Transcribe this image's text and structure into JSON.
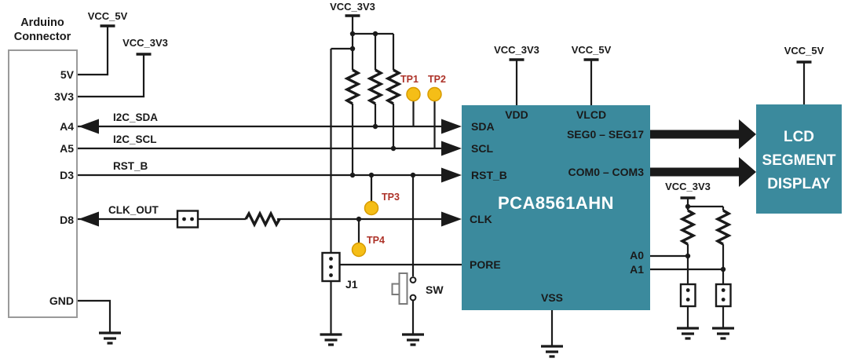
{
  "diagram_type": "circuit-schematic",
  "colors": {
    "ic_fill": "#3b8a9d",
    "wire": "#1a1a1a",
    "testpoint_fill": "#f5be17",
    "testpoint_stroke": "#d79b00",
    "testpoint_label": "#ad3228",
    "connector_border": "#9a9a9a"
  },
  "arduino": {
    "title": "Arduino Connector",
    "pins": {
      "p5v": "5V",
      "p3v3": "3V3",
      "a4": "A4",
      "a5": "A5",
      "d3": "D3",
      "d8": "D8",
      "gnd": "GND"
    }
  },
  "power_labels": {
    "vcc_5v": "VCC_5V",
    "vcc_3v3": "VCC_3V3"
  },
  "nets": {
    "sda": "I2C_SDA",
    "scl": "I2C_SCL",
    "rst": "RST_B",
    "clk": "CLK_OUT"
  },
  "testpoints": {
    "tp1": "TP1",
    "tp2": "TP2",
    "tp3": "TP3",
    "tp4": "TP4"
  },
  "components": {
    "jumper": "J1",
    "switch": "SW"
  },
  "chip": {
    "name": "PCA8561AHN",
    "pin_vdd": "VDD",
    "pin_vlcd": "VLCD",
    "pin_sda": "SDA",
    "pin_scl": "SCL",
    "pin_rst": "RST_B",
    "pin_clk": "CLK",
    "pin_pore": "PORE",
    "pin_seg": "SEG0 – SEG17",
    "pin_com": "COM0 – COM3",
    "pin_a0": "A0",
    "pin_a1": "A1",
    "pin_vss": "VSS"
  },
  "lcd": {
    "line1": "LCD",
    "line2": "SEGMENT",
    "line3": "DISPLAY"
  }
}
